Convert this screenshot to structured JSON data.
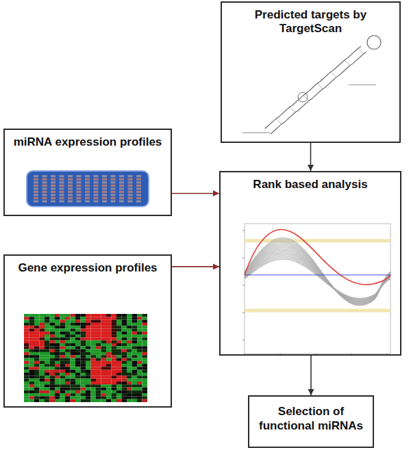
{
  "diagram": {
    "nodes": [
      {
        "text": [
          "Predicted targets by TargetScan"
        ]
      },
      {
        "text": [
          "miRNA expression profiles"
        ]
      },
      {
        "text": [
          "Rank based analysis"
        ]
      },
      {
        "text": [
          "Gene expression profiles"
        ]
      },
      {
        "text": [
          "Selection of functional miRNAs"
        ]
      }
    ],
    "edges": [
      {
        "from": 0,
        "to": 2,
        "arrow": "to"
      },
      {
        "from": 1,
        "to": 2,
        "arrow": "to"
      },
      {
        "from": 3,
        "to": 2,
        "arrow": "to"
      },
      {
        "from": 2,
        "to": 4,
        "arrow": "to"
      }
    ]
  }
}
